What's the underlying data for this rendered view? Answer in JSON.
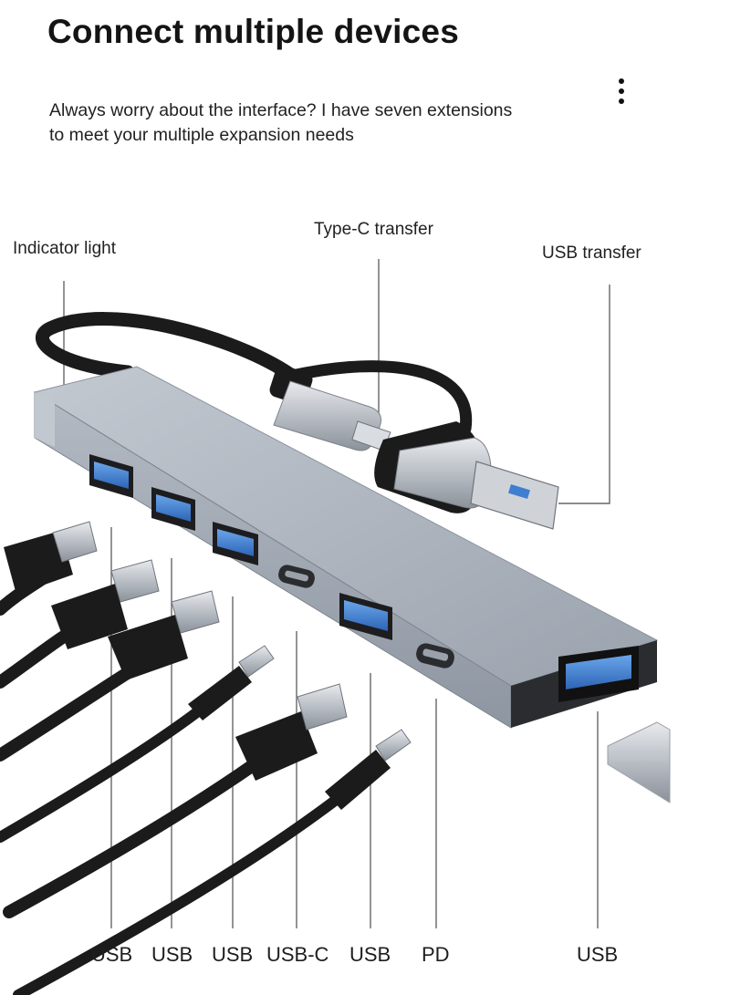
{
  "header": {
    "title": "Connect multiple devices",
    "subtitle_line1": "Always worry about the interface? I have seven extensions",
    "subtitle_line2": "to meet your multiple expansion needs"
  },
  "callouts": {
    "indicator": "Indicator light",
    "type_c": "Type-C transfer",
    "usb_transfer": "USB transfer"
  },
  "ports": [
    {
      "label": "USB"
    },
    {
      "label": "USB"
    },
    {
      "label": "USB"
    },
    {
      "label": "USB-C"
    },
    {
      "label": "USB"
    },
    {
      "label": "PD"
    },
    {
      "label": "USB"
    }
  ],
  "colors": {
    "hub_body": "#a7aeb8",
    "usb_port_blue": "#3f7fd1",
    "cable_black": "#1b1b1b"
  },
  "icons": {
    "menu": "kebab-menu-icon"
  }
}
